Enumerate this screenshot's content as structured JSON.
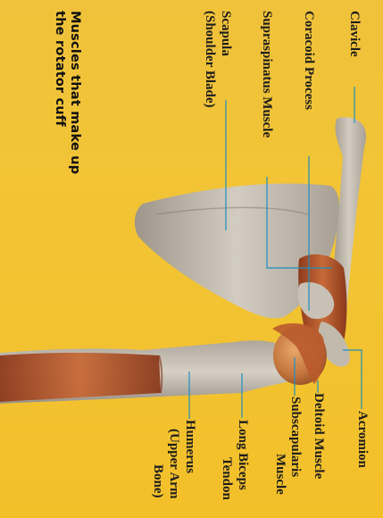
{
  "title_line1": "Muscles that make up",
  "title_line2": "the rotator cuff",
  "labels": {
    "clavicle": "Clavicle",
    "coracoid": "Coracoid Process",
    "supraspinatus": "Supraspinatus Muscle",
    "scapula_1": "Scapula",
    "scapula_2": "(Shoulder Blade)",
    "acromion": "Acromion",
    "deltoid": "Deltoid Muscle",
    "subscap_1": "Subscapularis",
    "subscap_2": "Muscle",
    "biceps_1": "Long Biceps",
    "biceps_2": "Tendon",
    "humerus_1": "Humerus",
    "humerus_2": "(Upper Arm",
    "humerus_3": "Bone)"
  },
  "colors": {
    "background": "#f2c434",
    "bone": "#c8c0b4",
    "muscle": "#b8542a",
    "leader_line": "#1e8fbf"
  }
}
